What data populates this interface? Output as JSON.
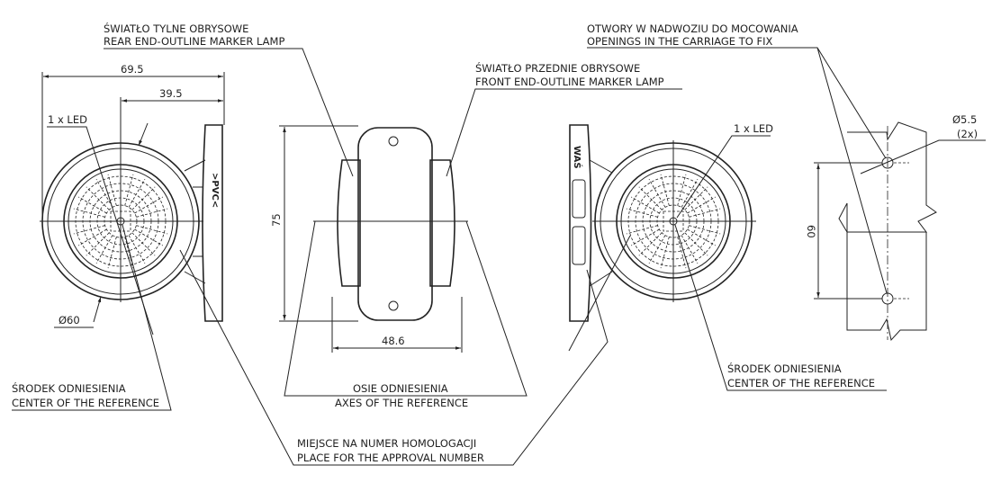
{
  "labels": {
    "rear_pl": "ŚWIATŁO TYLNE OBRYSOWE",
    "rear_en": "REAR END-OUTLINE MARKER LAMP",
    "front_pl": "ŚWIATŁO PRZEDNIE OBRYSOWE",
    "front_en": "FRONT END-OUTLINE MARKER LAMP",
    "openings_pl": "OTWORY W NADWOZIU DO MOCOWANIA",
    "openings_en": "OPENINGS IN THE CARRIAGE TO FIX",
    "center_pl_left": "ŚRODEK ODNIESIENIA",
    "center_en_left": "CENTER OF THE REFERENCE",
    "center_pl_right": "ŚRODEK ODNIESIENIA",
    "center_en_right": "CENTER OF THE REFERENCE",
    "axes_pl": "OSIE ODNIESIENIA",
    "axes_en": "AXES OF THE REFERENCE",
    "approval_pl": "MIEJSCE NA NUMER HOMOLOGACJI",
    "approval_en": "PLACE FOR THE APPROVAL NUMBER",
    "led_left": "1 x LED",
    "led_right": "1 x LED",
    "pvc_mark": ">PVC<",
    "was_mark": "WAŚ"
  },
  "dimensions": {
    "width_total": "69.5",
    "width_offset": "39.5",
    "diameter": "Ø60",
    "height": "75",
    "depth": "48.6",
    "hole_spacing": "60",
    "hole_diameter": "Ø5.5",
    "hole_count": "(2x)"
  }
}
